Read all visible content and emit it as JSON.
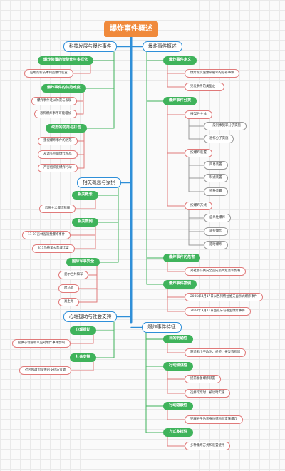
{
  "root": "爆炸事件概述",
  "left": [
    {
      "title": "科技发展与爆炸事件",
      "groups": [
        {
          "title": "爆炸装置的智能化与多样化",
          "leaves": [
            "应用高新技术制造爆炸装置"
          ]
        },
        {
          "title": "爆炸事件的防范难度",
          "leaves": [
            "爆炸事件难以防范与发现",
            "恐怖爆炸事件可能增加"
          ]
        },
        {
          "title": "政府的防范与打击",
          "leaves": [
            "重视爆炸事件的防范",
            "从源头控制爆炸物品",
            "严密组织反爆炸行动"
          ]
        }
      ]
    },
    {
      "title": "相关概念与案例",
      "groups": [
        {
          "title": "相关概念",
          "leaves": [
            "恐怖主义爆炸犯罪"
          ]
        },
        {
          "title": "相关案例",
          "leaves": [
            "11·27吉林省消费爆炸事件",
            "311马德里火车爆炸案"
          ]
        },
        {
          "title": "国际军事安全",
          "leaves": [
            "爱尔兰共和军",
            "哈马斯",
            "真主党"
          ]
        }
      ]
    },
    {
      "title": "心理援助与社会支持",
      "groups": [
        {
          "title": "心理援助",
          "leaves": [
            "提供心理援助以应对爆炸事件影响"
          ]
        },
        {
          "title": "社会支持",
          "leaves": [
            "社区和政府提供的支持与资源"
          ]
        }
      ]
    }
  ],
  "right": [
    {
      "title": "爆炸事件概述",
      "groups": [
        {
          "title": "爆炸事件定义",
          "leaves": [
            "爆炸物实施致命破坏的犯罪事件",
            "突发事件的类型之一"
          ]
        },
        {
          "title": "爆炸事件分类",
          "subs": [
            {
              "title": "按案件主体",
              "leaves": [
                "一般刑事犯罪分子实施",
                "恐怖分子实施"
              ]
            },
            {
              "title": "按爆炸装置",
              "leaves": [
                "简易装置",
                "制式装置",
                "特种装置"
              ]
            },
            {
              "title": "按爆炸方式",
              "leaves": [
                "自杀性爆炸",
                "遥控爆炸",
                "定时爆炸"
              ]
            }
          ]
        },
        {
          "title": "爆炸事件的危害",
          "leaves": [
            "对社会公共安全造成极大危害和影响"
          ]
        },
        {
          "title": "爆炸事件案例",
          "leaves": [
            "2005年4月17日以色列特拉维夫自杀式爆炸事件",
            "2004年3月11日西班牙马德里爆炸事件"
          ]
        }
      ]
    },
    {
      "title": "爆炸事件特征",
      "groups": [
        {
          "title": "目的明确性",
          "leaves": [
            "制造者出于政治、经济、报复等原因"
          ]
        },
        {
          "title": "行动预谋性",
          "leaves": [
            "提前准备爆炸装置",
            "选择作案时、被诱时实施"
          ]
        },
        {
          "title": "行动隐蔽性",
          "leaves": [
            "犯罪分子伪装身份或物品实施爆炸"
          ]
        },
        {
          "title": "方式多样性",
          "leaves": [
            "多种爆炸方式和装置使用"
          ]
        }
      ]
    }
  ]
}
